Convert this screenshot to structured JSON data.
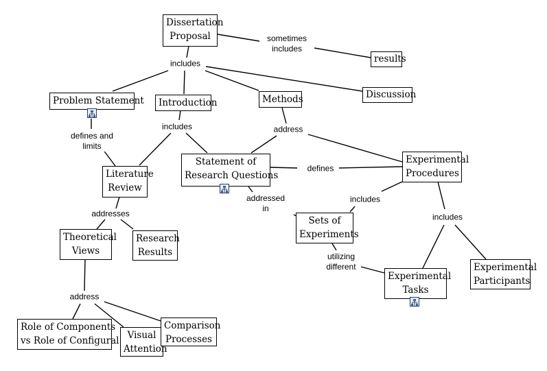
{
  "concepts": {
    "dissertation_proposal": [
      "Dissertation",
      "Proposal"
    ],
    "results": [
      "results"
    ],
    "problem_statement": [
      "Problem Statement"
    ],
    "introduction": [
      "Introduction"
    ],
    "methods": [
      "Methods"
    ],
    "discussion": [
      "Discussion"
    ],
    "literature_review": [
      "Literature",
      "Review"
    ],
    "statement_research_questions": [
      "Statement of",
      "Research Questions"
    ],
    "experimental_procedures": [
      "Experimental",
      "Procedures"
    ],
    "theoretical_views": [
      "Theoretical",
      "Views"
    ],
    "research_results": [
      "Research",
      "Results"
    ],
    "sets_of_experiments": [
      "Sets of",
      "Experiments"
    ],
    "experimental_tasks": [
      "Experimental",
      "Tasks"
    ],
    "experimental_participants": [
      "Experimental",
      "Participants"
    ],
    "role_of_components": [
      "Role of Components",
      "vs Role of Configural"
    ],
    "visual_attention": [
      "Visual",
      "Attention"
    ],
    "comparison_processes": [
      "Comparison",
      "Processes"
    ]
  },
  "linking_phrases": {
    "includes_top": [
      "includes"
    ],
    "sometimes_includes": [
      "sometimes",
      "includes"
    ],
    "defines_and_limits": [
      "defines and",
      "limits"
    ],
    "includes_intro": [
      "includes"
    ],
    "address_methods": [
      "address"
    ],
    "defines": [
      "defines"
    ],
    "addressed_in": [
      "addressed",
      "in"
    ],
    "includes_procedures_sets": [
      "includes"
    ],
    "includes_procedures_right": [
      "includes"
    ],
    "addresses": [
      "addresses"
    ],
    "utilizing_different": [
      "utilizing",
      "different"
    ],
    "address_theoretical": [
      "address"
    ]
  },
  "submap_icons": [
    "problem_statement",
    "statement_research_questions",
    "experimental_tasks"
  ],
  "icon_name": "concept-map-submap-icon",
  "colors": {
    "line": "#000000",
    "box_border": "#000000",
    "icon_blue": "#3a5fb0"
  }
}
